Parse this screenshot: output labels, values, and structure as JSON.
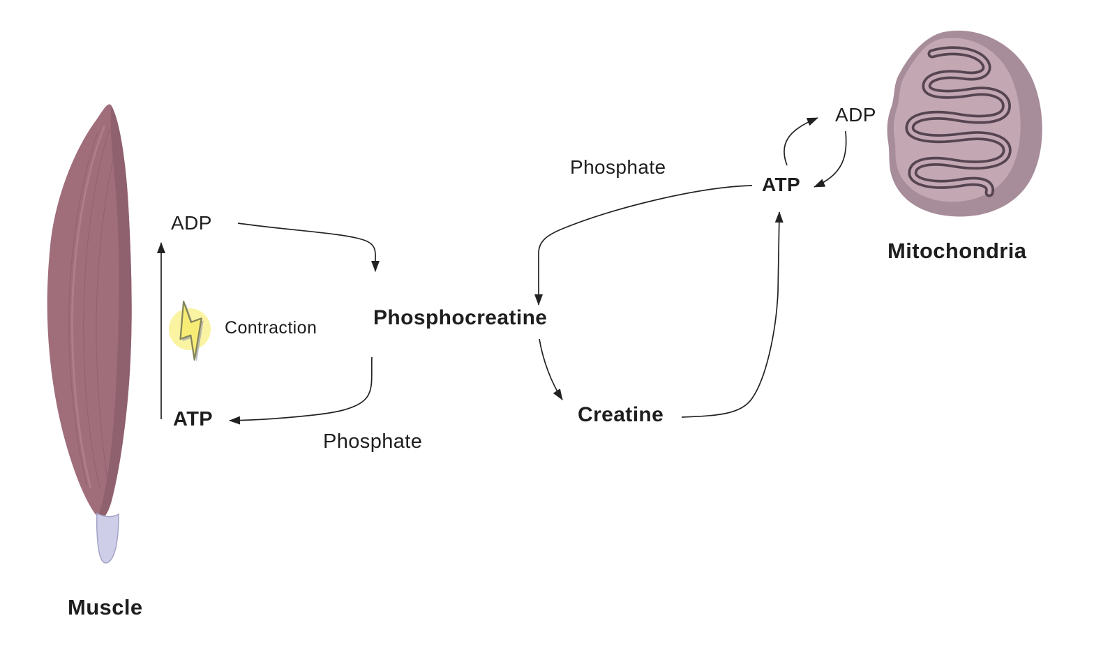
{
  "muscle_region": {
    "organ_label": "Muscle",
    "cycle": {
      "adp": "ADP",
      "atp": "ATP",
      "contraction": "Contraction",
      "phosphate": "Phosphate"
    }
  },
  "center": {
    "phosphocreatine": "Phosphocreatine",
    "creatine": "Creatine"
  },
  "mitochondria_region": {
    "organ_label": "Mitochondria",
    "phosphate": "Phosphate",
    "atp": "ATP",
    "adp": "ADP"
  },
  "colors": {
    "text": "#1e1e1e",
    "arrow": "#222222",
    "muscle_fill": "#a06d7b",
    "muscle_shade": "#8c5e6b",
    "muscle_highlight": "#b2818f",
    "muscle_striation": "#8f606d",
    "tendon_fill": "#cfcee9",
    "tendon_stroke": "#a3a2c6",
    "lightning_circle": "#faf3a2",
    "lightning_fill": "#f7ec74",
    "lightning_stroke": "#85855c",
    "lightning_shadow": "#a9a9a9",
    "mito_outer": "#a78c99",
    "mito_inner": "#c3a8b3",
    "mito_cristae": "#564551"
  }
}
